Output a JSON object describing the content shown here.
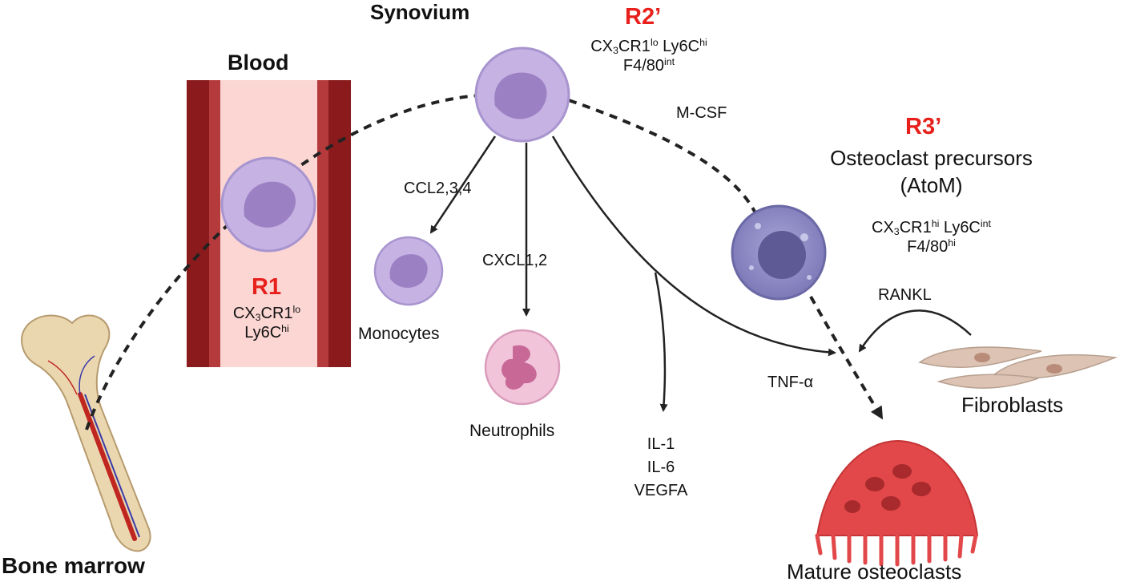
{
  "title": "Synovium",
  "blood": "Blood",
  "bone_marrow": "Bone marrow",
  "r1": {
    "label": "R1",
    "line1": {
      "a": "CX",
      "b": "3",
      "c": "CR1",
      "d": "lo"
    },
    "line2": {
      "a": "Ly6C",
      "b": "hi"
    }
  },
  "r2": {
    "label": "R2’",
    "line1": {
      "a": "CX",
      "b": "3",
      "c": "CR1",
      "d": "lo",
      "e": " Ly6C",
      "f": "hi"
    },
    "line2": {
      "a": "F4/80",
      "b": "int"
    }
  },
  "r3": {
    "label": "R3’",
    "title1": "Osteoclast precursors",
    "title2": "(AtoM)",
    "line1": {
      "a": "CX",
      "b": "3",
      "c": "CR1",
      "d": "hi",
      "e": " Ly6C",
      "f": "int"
    },
    "line2": {
      "a": "F4/80",
      "b": "hi"
    }
  },
  "mediators": {
    "mcsf": "M-CSF",
    "ccl": "CCL2,3,4",
    "cxcl": "CXCL1,2",
    "il1": "IL-1",
    "il6": "IL-6",
    "vegfa": "VEGFA",
    "tnf": "TNF-α",
    "rankl": "RANKL"
  },
  "cells": {
    "monocytes": "Monocytes",
    "neutrophils": "Neutrophils",
    "fibroblasts": "Fibroblasts",
    "mature": "Mature osteoclasts"
  },
  "colors": {
    "highlight": "#e8201c",
    "vessel_dark": "#8b1a1c",
    "vessel_light": "#fbd6d3",
    "monocyte": "#c6b2e3",
    "monocyte_nucleus": "#9c80c4",
    "precursor": "#8f8cc4",
    "neutrophil": "#f2c4da",
    "fibroblast": "#dcc3b4",
    "osteoclast": "#e2484a",
    "bone": "#ead7b0"
  }
}
